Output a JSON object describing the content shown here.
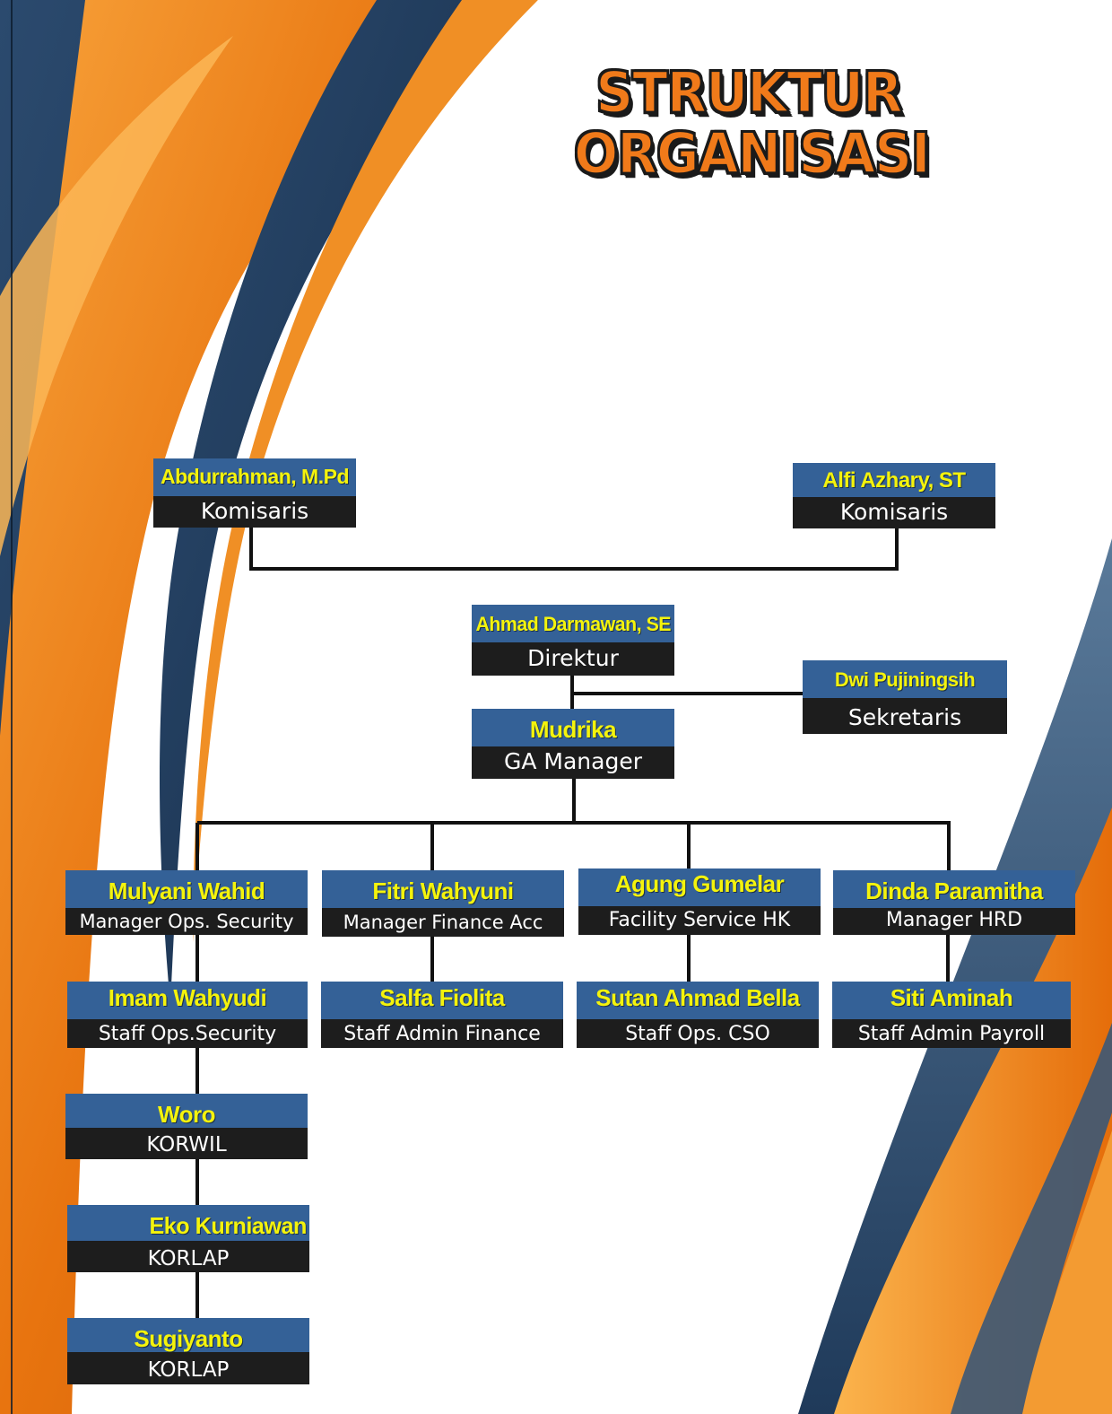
{
  "title": {
    "line1": "STRUKTUR",
    "line2": "ORGANISASI"
  },
  "colors": {
    "name_bar": "#346197",
    "name_text": "#f4f30c",
    "role_bar": "#1d1d1d",
    "role_text": "#ffffff",
    "orange": "#f07a1a",
    "navy": "#1e3a5c"
  },
  "nodes": {
    "komisaris_1": {
      "name": "Abdurrahman, M.Pd",
      "role": "Komisaris"
    },
    "komisaris_2": {
      "name": "Alfi Azhary, ST",
      "role": "Komisaris"
    },
    "direktur": {
      "name": "Ahmad Darmawan, SE",
      "role": "Direktur"
    },
    "sekretaris": {
      "name": "Dwi Pujiningsih",
      "role": "Sekretaris"
    },
    "ga_manager": {
      "name": "Mudrika",
      "role": "GA Manager"
    },
    "mgr_security": {
      "name": "Mulyani Wahid",
      "role": "Manager Ops. Security"
    },
    "mgr_finance": {
      "name": "Fitri Wahyuni",
      "role": "Manager Finance Acc"
    },
    "facility": {
      "name": "Agung Gumelar",
      "role": "Facility Service HK"
    },
    "mgr_hrd": {
      "name": "Dinda Paramitha",
      "role": "Manager HRD"
    },
    "staff_security": {
      "name": "Imam Wahyudi",
      "role": "Staff Ops.Security"
    },
    "staff_finance": {
      "name": "Salfa Fiolita",
      "role": "Staff Admin Finance"
    },
    "staff_cso": {
      "name": "Sutan Ahmad Bella",
      "role": "Staff Ops. CSO"
    },
    "staff_payroll": {
      "name": "Siti Aminah",
      "role": "Staff Admin Payroll"
    },
    "korwil": {
      "name": "Woro",
      "role": "KORWIL"
    },
    "korlap_1": {
      "name": "Eko Kurniawan",
      "role": "KORLAP"
    },
    "korlap_2": {
      "name": "Sugiyanto",
      "role": "KORLAP"
    }
  }
}
